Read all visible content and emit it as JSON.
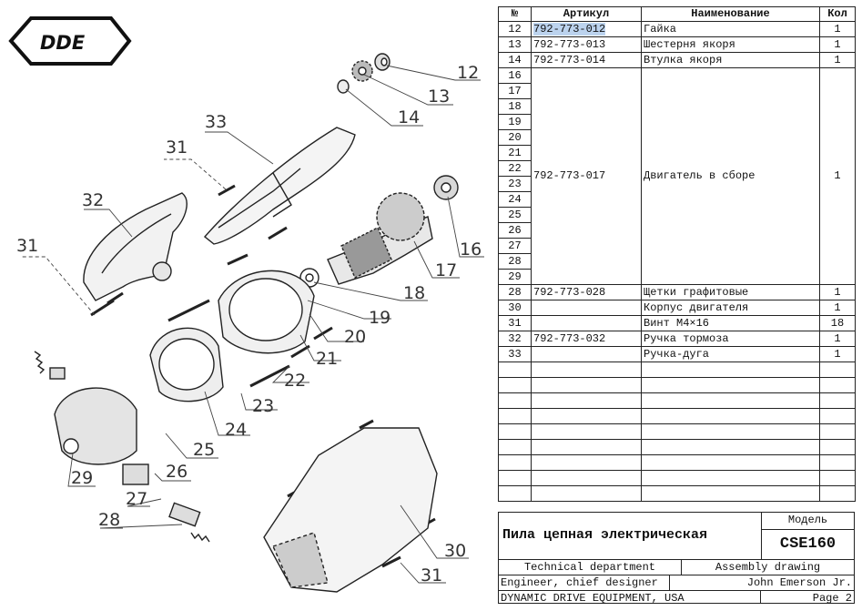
{
  "logo": {
    "text": "DDE"
  },
  "callouts": [
    "12",
    "13",
    "14",
    "16",
    "17",
    "18",
    "19",
    "20",
    "21",
    "22",
    "23",
    "24",
    "25",
    "26",
    "27",
    "28",
    "29",
    "30",
    "31",
    "31",
    "31",
    "32",
    "33"
  ],
  "table": {
    "headers": {
      "no": "№",
      "article": "Артикул",
      "name": "Наименование",
      "qty": "Кол"
    },
    "rows": [
      {
        "no": "12",
        "article": "792-773-012",
        "name": "Гайка",
        "qty": "1"
      },
      {
        "no": "13",
        "article": "792-773-013",
        "name": "Шестерня якоря",
        "qty": "1"
      },
      {
        "no": "14",
        "article": "792-773-014",
        "name": "Втулка якоря",
        "qty": "1"
      },
      {
        "no": "16"
      },
      {
        "no": "17"
      },
      {
        "no": "18"
      },
      {
        "no": "19"
      },
      {
        "no": "20"
      },
      {
        "no": "21"
      },
      {
        "no": "22",
        "article": "792-773-017",
        "name": "Двигатель в сборе",
        "qty": "1"
      },
      {
        "no": "23"
      },
      {
        "no": "24"
      },
      {
        "no": "25"
      },
      {
        "no": "26"
      },
      {
        "no": "27"
      },
      {
        "no": "28"
      },
      {
        "no": "29"
      },
      {
        "no": "28",
        "article": "792-773-028",
        "name": "Щетки графитовые",
        "qty": "1"
      },
      {
        "no": "30",
        "article": "",
        "name": "Корпус двигателя",
        "qty": "1"
      },
      {
        "no": "31",
        "article": "",
        "name": "Винт М4×16",
        "qty": "18"
      },
      {
        "no": "32",
        "article": "792-773-032",
        "name": "Ручка тормоза",
        "qty": "1"
      },
      {
        "no": "33",
        "article": "",
        "name": "Ручка-дуга",
        "qty": "1"
      },
      {},
      {},
      {},
      {},
      {},
      {},
      {},
      {},
      {},
      {}
    ]
  },
  "title_block": {
    "product_name": "Пила цепная электрическая",
    "model_label": "Модель",
    "model": "CSE160",
    "department": "Technical department",
    "drawing_type": "Assembly drawing",
    "role": "Engineer, chief designer",
    "engineer": "John Emerson Jr.",
    "company": "DYNAMIC DRIVE EQUIPMENT, USA",
    "page": "Page 2"
  }
}
